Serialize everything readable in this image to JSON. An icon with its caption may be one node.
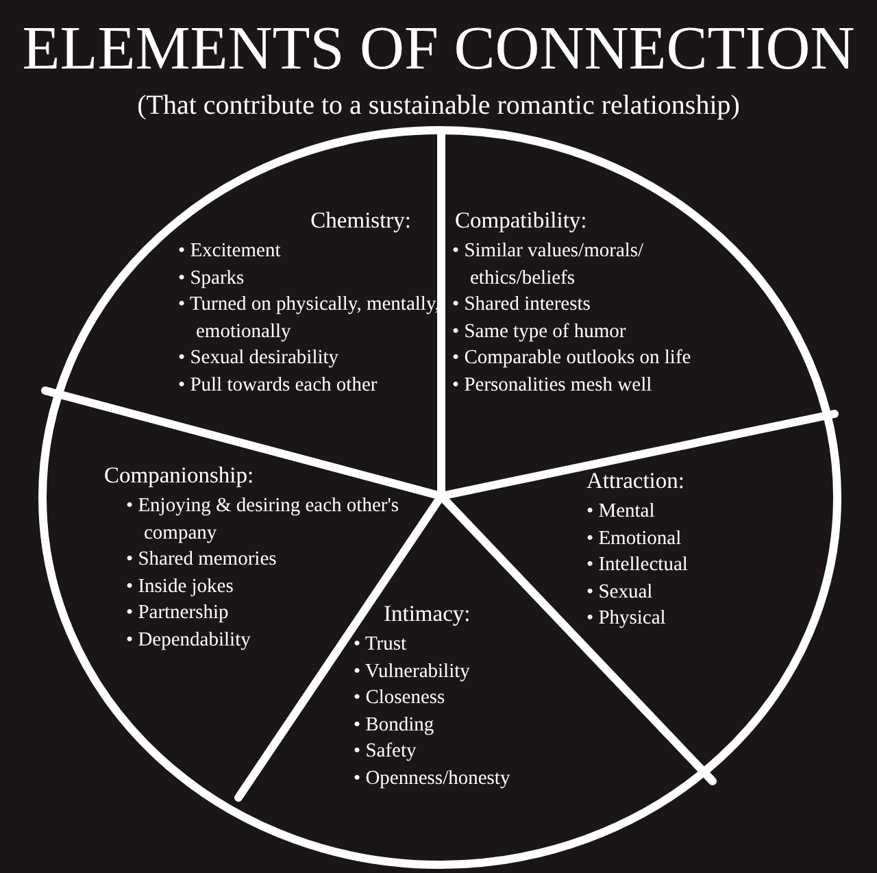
{
  "diagram": {
    "title": "ELEMENTS OF CONNECTION",
    "caption": "(That contribute to a sustainable romantic relationship)",
    "nodes": [
      {
        "text": [
          "Chemistry:",
          "• Excitement",
          "• Sparks",
          "• Turned on physically, mentally, emotionally",
          "• Sexual desirability",
          "• Pull towards each other"
        ]
      },
      {
        "text": [
          "Compatibility:",
          "• Similar values/morals/ ethics/beliefs",
          "• Shared interests",
          "• Same type of humor",
          "• Comparable outlooks on life",
          "• Personalities mesh well"
        ]
      },
      {
        "text": [
          "Companionship:",
          "• Enjoying & desiring each other's company",
          "• Shared memories",
          "• Inside jokes",
          "• Partnership",
          "• Dependability"
        ]
      },
      {
        "text": [
          "Attraction:",
          "• Mental",
          "• Emotional",
          "• Intellectual",
          "• Sexual",
          "• Physical"
        ]
      },
      {
        "text": [
          "Intimacy:",
          "• Trust",
          "• Vulnerability",
          "• Closeness",
          "• Bonding",
          "• Safety",
          "• Openness/honesty"
        ]
      }
    ]
  }
}
